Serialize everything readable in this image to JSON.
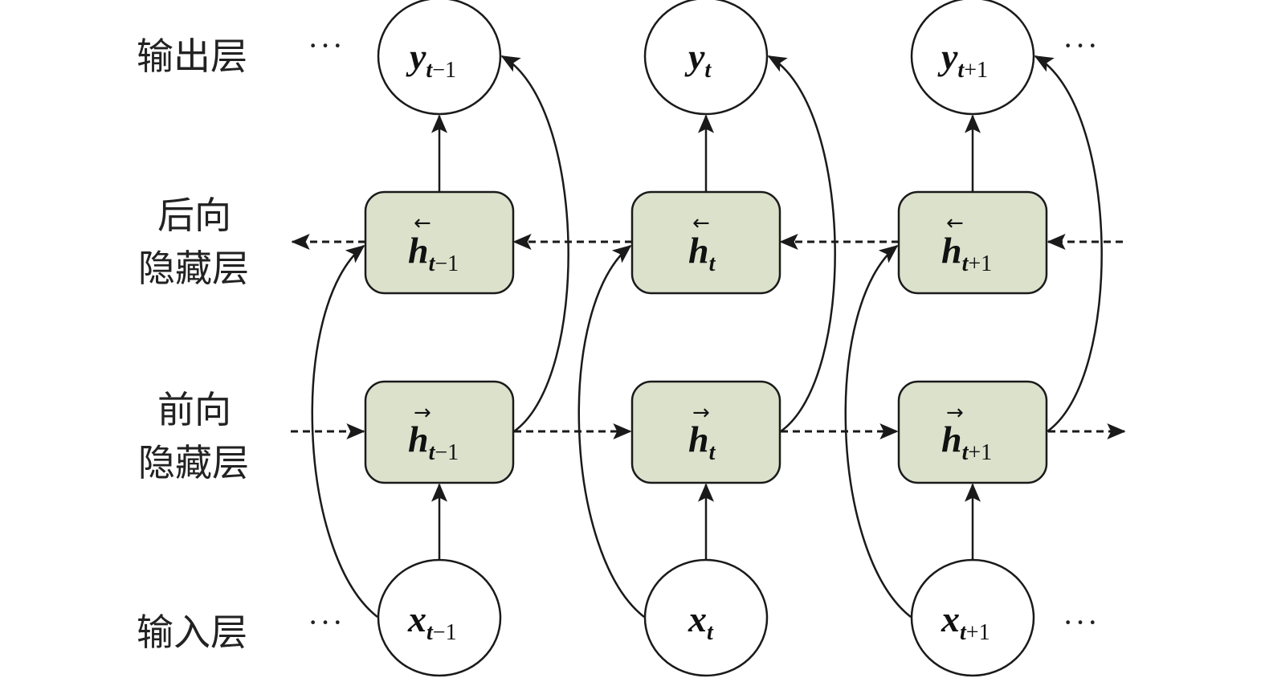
{
  "layers": {
    "output": "输出层",
    "backward_line1": "后向",
    "backward_line2": "隐藏层",
    "forward_line1": "前向",
    "forward_line2": "隐藏层",
    "input": "输入层"
  },
  "ellipsis": "···",
  "columns": [
    {
      "sub_t": "t",
      "sub_rest": "−1",
      "y": "y",
      "x": "x",
      "h": "h",
      "left_arrow": "←",
      "right_arrow": "→"
    },
    {
      "sub_t": "t",
      "sub_rest": "",
      "y": "y",
      "x": "x",
      "h": "h",
      "left_arrow": "←",
      "right_arrow": "→"
    },
    {
      "sub_t": "t",
      "sub_rest": "+1",
      "y": "y",
      "x": "x",
      "h": "h",
      "left_arrow": "←",
      "right_arrow": "→"
    }
  ],
  "colors": {
    "hidden_fill": "#dbe1cb",
    "stroke": "#1a1a1a"
  }
}
